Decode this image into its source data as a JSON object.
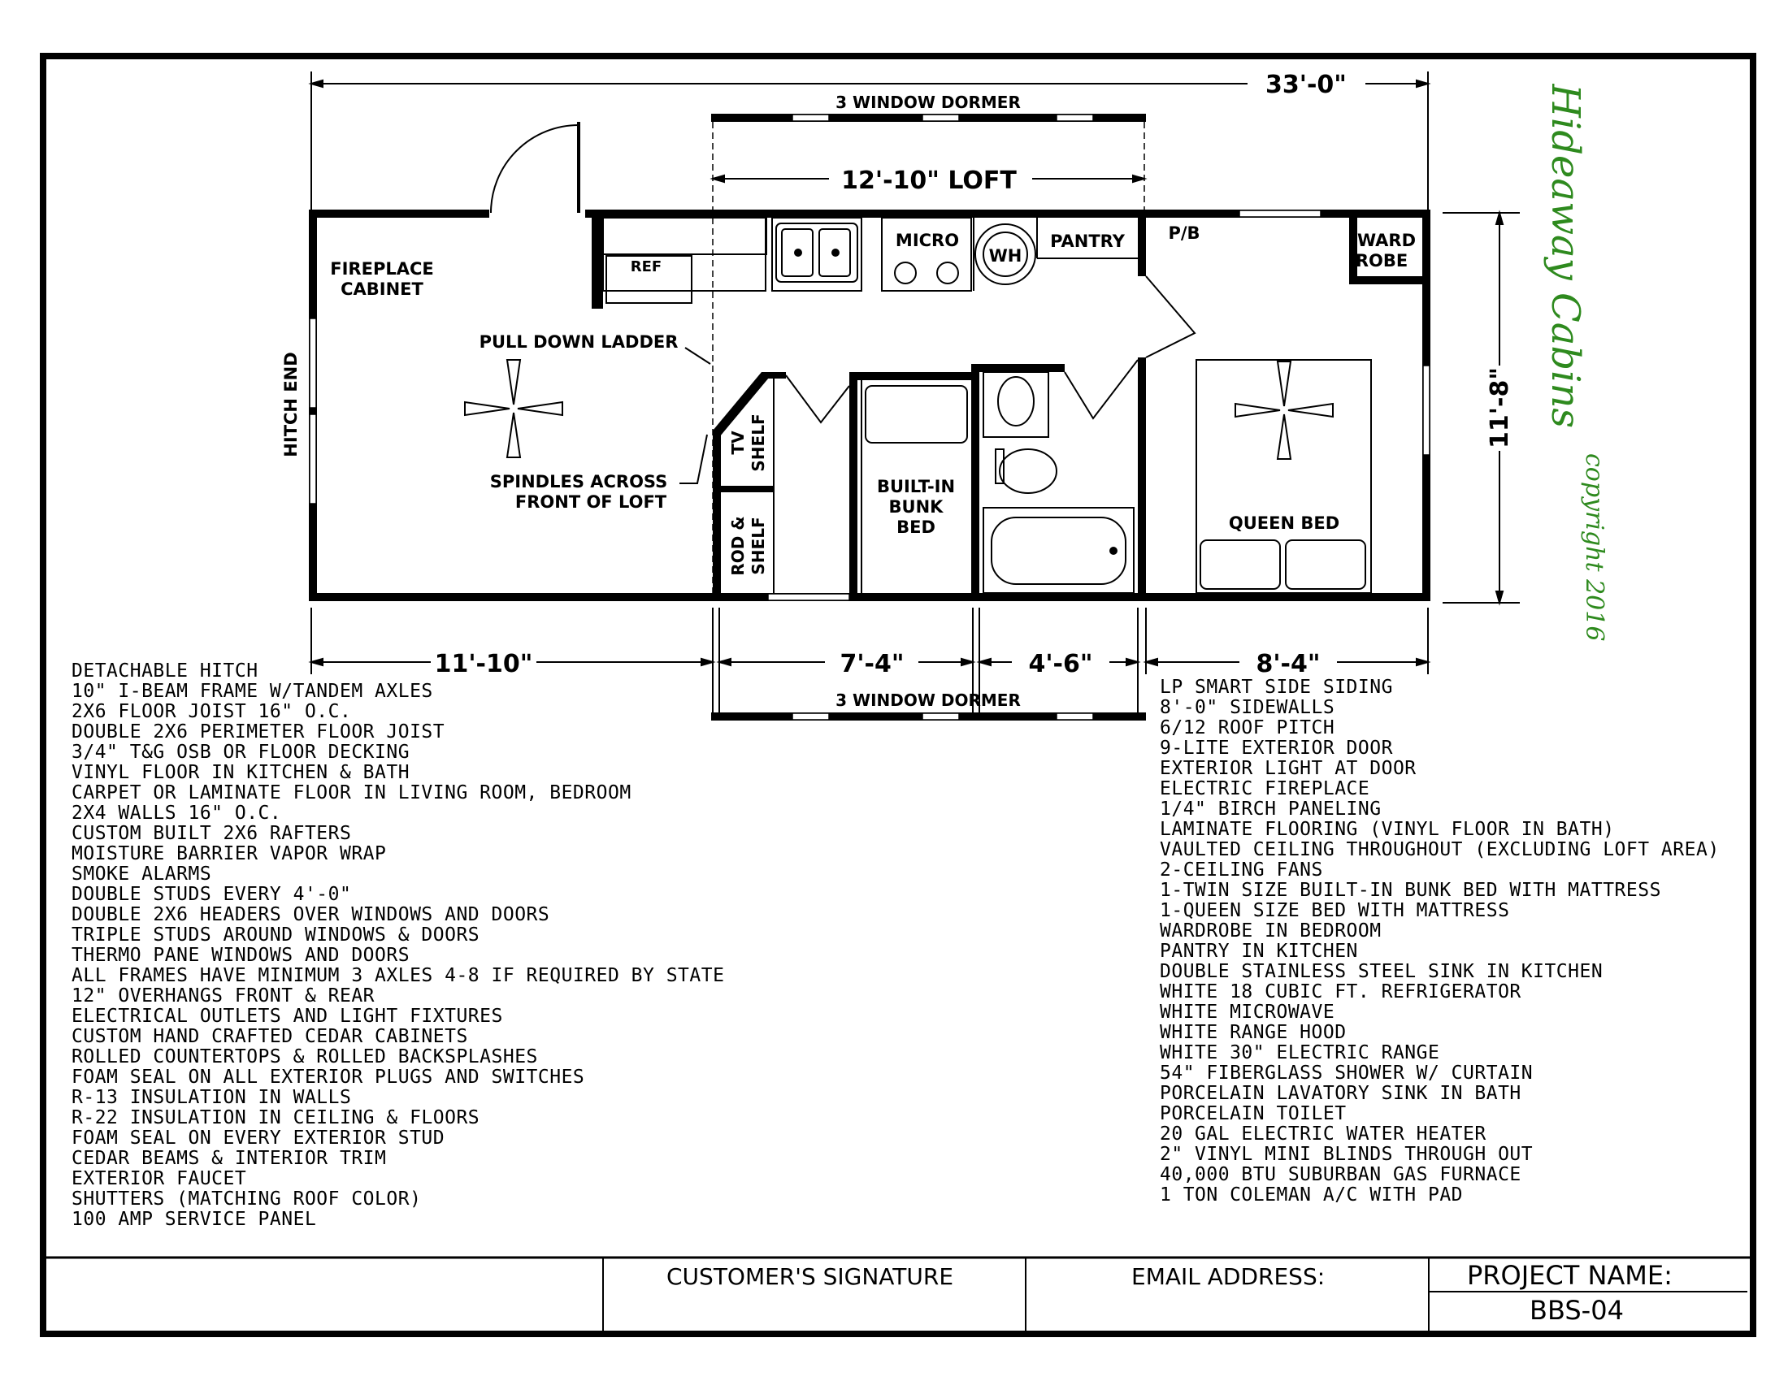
{
  "overall": {
    "length": "33'-0\"",
    "width": "11'-8\""
  },
  "dormer": {
    "top_label": "3 WINDOW DORMER",
    "bottom_label": "3 WINDOW DORMER"
  },
  "loft": {
    "label": "12'-10\"  LOFT"
  },
  "bottom_dims": [
    "11'-10\"",
    "7'-4\"",
    "4'-6\"",
    "8'-4\""
  ],
  "rooms": {
    "fireplace_1": "FIREPLACE",
    "fireplace_2": "CABINET",
    "hitch_end": "HITCH END",
    "ref": "REF",
    "micro": "MICRO",
    "wh": "WH",
    "pantry": "PANTRY",
    "pb": "P/B",
    "ward_1": "WARD",
    "ward_2": "ROBE",
    "pull_down": "PULL  DOWN  LADDER",
    "spindles_1": "SPINDLES  ACROSS",
    "spindles_2": "FRONT  OF  LOFT",
    "tv_1": "TV",
    "tv_2": "SHELF",
    "rod_1": "ROD &",
    "rod_2": "SHELF",
    "bunk_1": "BUILT-IN",
    "bunk_2": "BUNK",
    "bunk_3": "BED",
    "queen": "QUEEN  BED"
  },
  "brand": {
    "name": "Hideaway Cabins",
    "copyright": "copyright 2016",
    "color": "#2e8a1e"
  },
  "specs_left": [
    "DETACHABLE HITCH",
    "10\" I-BEAM FRAME W/TANDEM AXLES",
    "2X6 FLOOR JOIST 16\" O.C.",
    "DOUBLE 2X6 PERIMETER FLOOR JOIST",
    "3/4\" T&G OSB OR FLOOR DECKING",
    "VINYL FLOOR IN KITCHEN & BATH",
    "CARPET OR LAMINATE FLOOR IN LIVING ROOM, BEDROOM",
    "2X4 WALLS 16\" O.C.",
    "CUSTOM BUILT 2X6 RAFTERS",
    "MOISTURE BARRIER VAPOR WRAP",
    "SMOKE ALARMS",
    "DOUBLE STUDS EVERY 4'-0\"",
    "DOUBLE 2X6 HEADERS OVER WINDOWS AND DOORS",
    "TRIPLE STUDS AROUND WINDOWS & DOORS",
    "THERMO PANE WINDOWS AND DOORS",
    "ALL FRAMES HAVE MINIMUM 3 AXLES 4-8 IF REQUIRED BY STATE",
    "12\" OVERHANGS FRONT & REAR",
    "ELECTRICAL OUTLETS AND LIGHT FIXTURES",
    "CUSTOM HAND CRAFTED CEDAR CABINETS",
    "ROLLED COUNTERTOPS & ROLLED BACKSPLASHES",
    "FOAM SEAL ON ALL EXTERIOR PLUGS AND SWITCHES",
    "R-13 INSULATION IN WALLS",
    "R-22 INSULATION IN CEILING & FLOORS",
    "FOAM SEAL ON EVERY EXTERIOR STUD",
    "CEDAR BEAMS & INTERIOR TRIM",
    "EXTERIOR FAUCET",
    "SHUTTERS (MATCHING ROOF COLOR)",
    "100 AMP SERVICE PANEL"
  ],
  "specs_right": [
    "LP SMART SIDE SIDING",
    "8'-0\" SIDEWALLS",
    "6/12 ROOF PITCH",
    "9-LITE EXTERIOR DOOR",
    "EXTERIOR LIGHT AT DOOR",
    "ELECTRIC FIREPLACE",
    "1/4\" BIRCH PANELING",
    "LAMINATE FLOORING (VINYL FLOOR IN BATH)",
    "VAULTED CEILING THROUGHOUT (EXCLUDING LOFT AREA)",
    "2-CEILING FANS",
    "1-TWIN SIZE BUILT-IN BUNK BED WITH MATTRESS",
    "1-QUEEN SIZE BED WITH MATTRESS",
    "WARDROBE IN BEDROOM",
    "PANTRY IN KITCHEN",
    "DOUBLE STAINLESS STEEL SINK IN KITCHEN",
    "WHITE 18 CUBIC FT. REFRIGERATOR",
    "WHITE MICROWAVE",
    "WHITE RANGE HOOD",
    "WHITE 30\" ELECTRIC RANGE",
    "54\" FIBERGLASS SHOWER W/ CURTAIN",
    "PORCELAIN LAVATORY SINK IN BATH",
    "PORCELAIN TOILET",
    "20 GAL ELECTRIC WATER HEATER",
    "2\" VINYL MINI BLINDS THROUGH OUT",
    "40,000 BTU SUBURBAN GAS FURNACE",
    "1 TON COLEMAN A/C WITH PAD"
  ],
  "title_block": {
    "signature": "CUSTOMER'S SIGNATURE",
    "email": "EMAIL  ADDRESS:",
    "project_label": "PROJECT  NAME:",
    "project_value": "BBS-04"
  }
}
